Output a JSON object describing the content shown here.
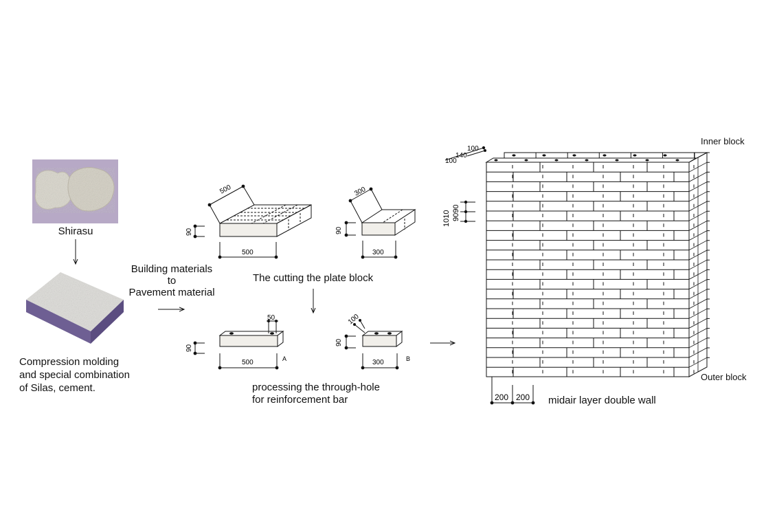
{
  "labels": {
    "shirasu": "Shirasu",
    "building_materials": "Building materials\nto\nPavement material",
    "compression": "Compression molding\nand special combination\nof Silas, cement.",
    "cutting": "The cutting the plate block",
    "processing": "processing the through-hole\nfor reinforcement bar",
    "inner_block": "Inner block",
    "outer_block": "Outer block",
    "midair": "midair layer double wall"
  },
  "dimensions": {
    "plate1_diag": "500",
    "plate1_h": "90",
    "plate1_w": "500",
    "plate2_diag": "300",
    "plate2_h": "90",
    "plate2_w": "300",
    "blockA_hole": "50",
    "blockA_h": "90",
    "blockA_w": "500",
    "blockA_tag": "A",
    "blockB_hole": "100",
    "blockB_h": "90",
    "blockB_w": "300",
    "blockB_tag": "B",
    "wall_top_100a": "100",
    "wall_top_140": "140",
    "wall_top_100b": "100",
    "wall_side_1010": "1010",
    "wall_side_9090": "9090",
    "wall_bottom_200a": "200",
    "wall_bottom_200b": "200"
  },
  "colors": {
    "line": "#111111",
    "stone": "#d9d6cc",
    "paver_top": "#dcdcdc",
    "paver_side": "#6e5f93"
  }
}
